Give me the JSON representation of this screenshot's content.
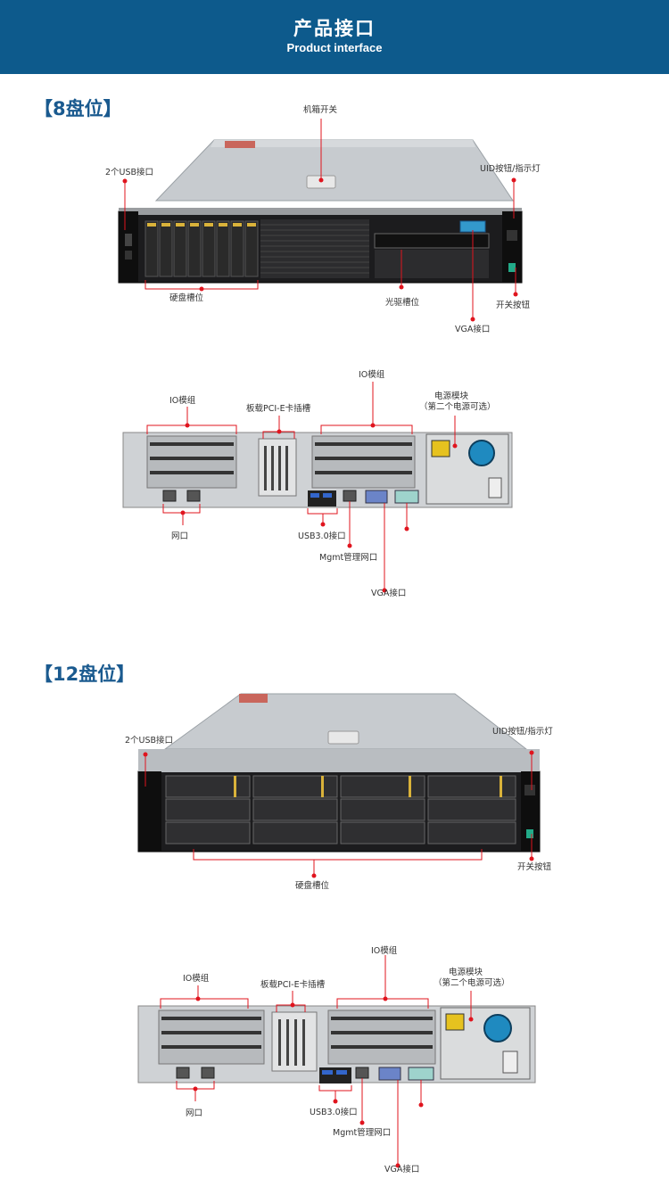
{
  "header": {
    "title": "产品接口",
    "subtitle": "Product interface"
  },
  "sections": [
    {
      "title": "【8盘位】",
      "front": {
        "chassis_switch": "机箱开关",
        "usb2": "2个USB接口",
        "uid": "UID按钮/指示灯",
        "hdd_bays": "硬盘槽位",
        "optical_bay": "光驱槽位",
        "power_button": "开关按钮",
        "vga": "VGA接口"
      },
      "rear": {
        "io_left": "IO模组",
        "pcie": "板载PCI-E卡插槽",
        "io_right": "IO模组",
        "psu": "电源模块",
        "psu_note": "（第二个电源可选）",
        "network": "网口",
        "usb3": "USB3.0接口",
        "mgmt": "Mgmt管理网口",
        "vga": "VGA接口"
      }
    },
    {
      "title": "【12盘位】",
      "front": {
        "usb2": "2个USB接口",
        "uid": "UID按钮/指示灯",
        "hdd_bays": "硬盘槽位",
        "power_button": "开关按钮"
      },
      "rear": {
        "io_left": "IO模组",
        "pcie": "板载PCI-E卡插槽",
        "io_right": "IO模组",
        "psu": "电源模块",
        "psu_note": "（第二个电源可选）",
        "network": "网口",
        "usb3": "USB3.0接口",
        "mgmt": "Mgmt管理网口",
        "vga": "VGA接口"
      }
    }
  ],
  "colors": {
    "banner": "#0d5a8c",
    "title": "#1a5a8f",
    "marker": "#e0141e"
  }
}
